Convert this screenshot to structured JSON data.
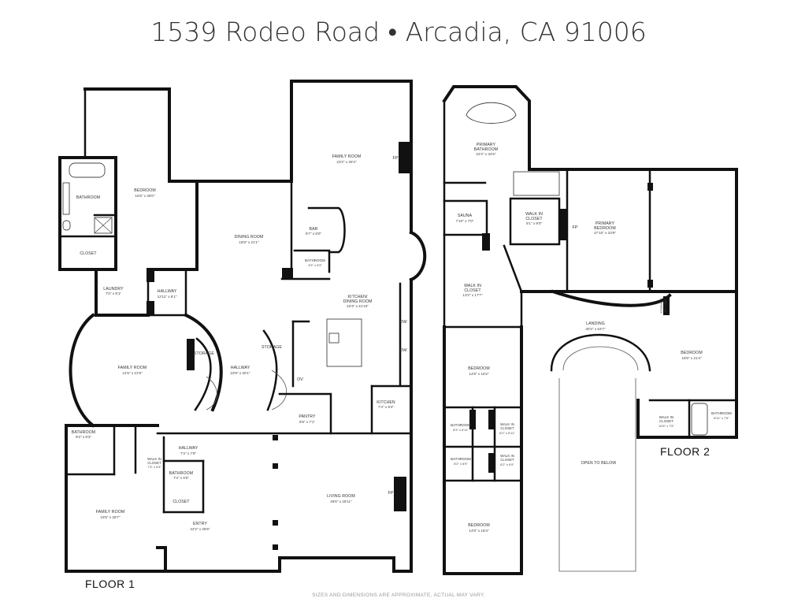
{
  "title": "1539 Rodeo Road • Arcadia, CA 91006",
  "floor_labels": {
    "floor1": "FLOOR 1",
    "floor2": "FLOOR 2"
  },
  "footer": "SIZES AND DIMENSIONS ARE APPROXIMATE, ACTUAL MAY VARY.",
  "fixture_tags": {
    "fp": "FP",
    "dw": "DW",
    "ov": "OV"
  },
  "floor1_rooms": {
    "bathroom_left": {
      "name": "BATHROOM",
      "dim": ""
    },
    "bedroom": {
      "name": "BEDROOM",
      "dim": "16'5\" x 36'0\""
    },
    "closet_left": {
      "name": "CLOSET",
      "dim": ""
    },
    "family_room_top": {
      "name": "FAMILY ROOM",
      "dim": "23'2\" x 28'4\""
    },
    "dining_room": {
      "name": "DINING ROOM",
      "dim": "18'8\" x 21'1\""
    },
    "bar": {
      "name": "BAR",
      "dim": "9'7\" x 8'0\""
    },
    "bathroom_bar": {
      "name": "BATHROOM",
      "dim": "4'9\" x 5'3\""
    },
    "laundry": {
      "name": "LAUNDRY",
      "dim": "7'0\" x 9'1\""
    },
    "hallway_top": {
      "name": "HALLWAY",
      "dim": "12'11\" x 9'1\""
    },
    "kitchen_dining": {
      "name": "KITCHEN/",
      "name2": "DINING ROOM",
      "dim": "23'3\" x 41'10\""
    },
    "family_room_mid": {
      "name": "FAMILY ROOM",
      "dim": "21'5\" x 21'9\""
    },
    "storage_left": {
      "name": "STORAGE",
      "dim": ""
    },
    "storage_right": {
      "name": "STORAGE",
      "dim": ""
    },
    "hallway_mid": {
      "name": "HALLWAY",
      "dim": "23'8\" x 30'1\""
    },
    "pantry": {
      "name": "PANTRY",
      "dim": "8'8\" x 7'1\""
    },
    "kitchen": {
      "name": "KITCHEN",
      "dim": "7'4\" x 9'4\""
    },
    "bathroom_small": {
      "name": "BATHROOM",
      "dim": "9'2\" x 9'3\""
    },
    "walk_in_closet": {
      "name": "WALK IN",
      "name2": "CLOSET",
      "dim": "7'3\" x 5'3\""
    },
    "hallway_low": {
      "name": "HALLWAY",
      "dim": "7'4\" x 7'9\""
    },
    "bathroom_low": {
      "name": "BATHROOM",
      "dim": "7'4\" x 6'5\""
    },
    "closet_low": {
      "name": "CLOSET",
      "dim": ""
    },
    "family_room_low": {
      "name": "FAMILY ROOM",
      "dim": "19'5\" x 28'7\""
    },
    "living_room": {
      "name": "LIVING ROOM",
      "dim": "26'6\" x 26'11\""
    },
    "entry": {
      "name": "ENTRY",
      "dim": "22'2\" x 25'5\""
    }
  },
  "floor2_rooms": {
    "primary_bathroom": {
      "name": "PRIMARY",
      "name2": "BATHROOM",
      "dim": "22'2\" x 34'6\""
    },
    "primary_bedroom": {
      "name": "PRIMARY",
      "name2": "BEDROOM",
      "dim": "47'10\" x 23'9\""
    },
    "sauna": {
      "name": "SAUNA",
      "dim": "7'10\" x 7'0\""
    },
    "walk_in_closet_a": {
      "name": "WALK IN",
      "name2": "CLOSET",
      "dim": "9'1\" x 9'0\""
    },
    "walk_in_closet_b": {
      "name": "WALK IN",
      "name2": "CLOSET",
      "dim": "13'2\" x 17'7\""
    },
    "landing": {
      "name": "LANDING",
      "dim": "30'2\" x 53'7\""
    },
    "storage": {
      "name": "STORAGE",
      "dim": "4'2\" x 4'11\""
    },
    "bedroom_right": {
      "name": "BEDROOM",
      "dim": "18'6\" x 21'4\""
    },
    "bedroom_a": {
      "name": "BEDROOM",
      "dim": "14'8\" x 16'2\""
    },
    "bathroom_a": {
      "name": "BATHROOM",
      "dim": "8'3\" x 6'11\""
    },
    "walk_in_closet_c": {
      "name": "WALK IN",
      "name2": "CLOSET",
      "dim": "6'2\" x 6'11\""
    },
    "bathroom_b": {
      "name": "BATHROOM",
      "dim": "8'2\" x 6'9\""
    },
    "walk_in_closet_d": {
      "name": "WALK IN",
      "name2": "CLOSET",
      "dim": "6'2\" x 6'9\""
    },
    "walk_in_closet_e": {
      "name": "WALK IN",
      "name2": "CLOSET",
      "dim": "10'6\" x 7'5\""
    },
    "bathroom_c": {
      "name": "BATHROOM",
      "dim": "8'11\" x 7'5\""
    },
    "open_to_below": {
      "name": "OPEN TO BELOW",
      "dim": ""
    },
    "bedroom_b": {
      "name": "BEDROOM",
      "dim": "14'8\" x 18'4\""
    }
  }
}
